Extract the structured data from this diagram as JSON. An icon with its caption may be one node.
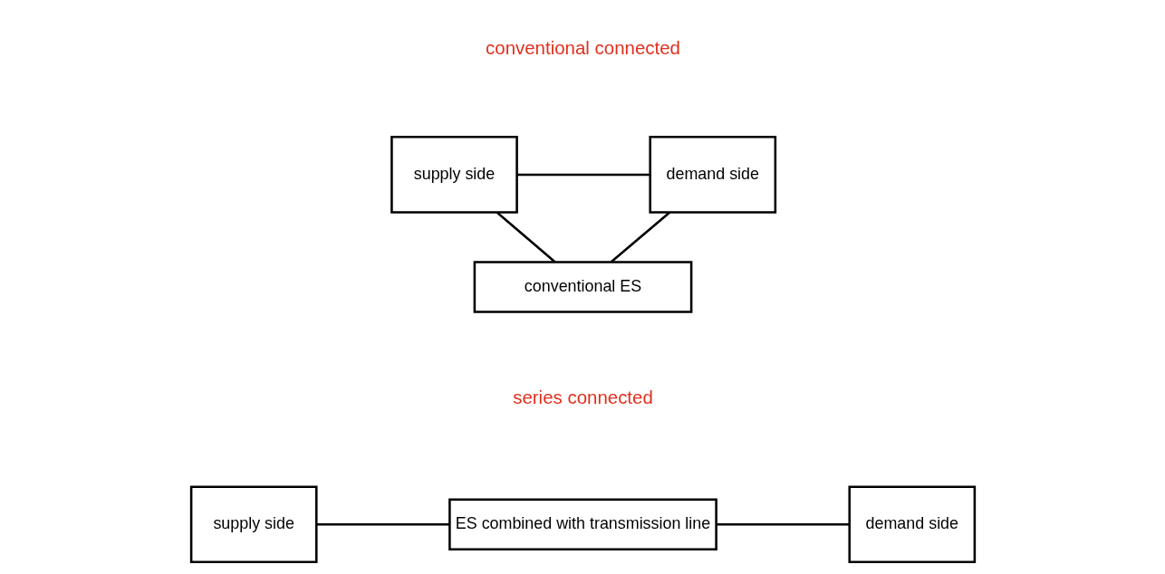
{
  "diagram": {
    "nodes": [
      {
        "text": [
          "supply side"
        ]
      },
      {
        "text": [
          "demand side"
        ]
      },
      {
        "text": [
          "conventional ES"
        ]
      },
      {
        "text": [
          "supply side"
        ]
      },
      {
        "text": [
          "ES combined with transmission line"
        ]
      },
      {
        "text": [
          "demand side"
        ]
      }
    ],
    "edges": [
      {
        "from": 0,
        "to": 1,
        "arrow": "none"
      },
      {
        "from": 0,
        "to": 2,
        "arrow": "none"
      },
      {
        "from": 2,
        "to": 1,
        "arrow": "none"
      },
      {
        "from": 3,
        "to": 4,
        "arrow": "none"
      },
      {
        "from": 4,
        "to": 5,
        "arrow": "none"
      }
    ],
    "labels": [
      "conventional connected",
      "series connected"
    ]
  }
}
